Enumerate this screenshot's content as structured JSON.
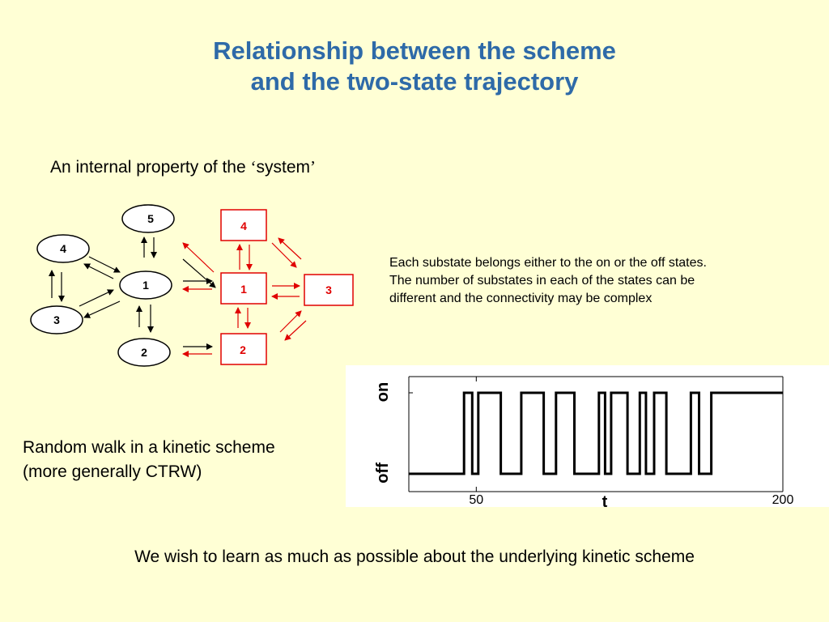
{
  "title": {
    "line1": "Relationship between the scheme",
    "line2": "and the two-state trajectory"
  },
  "subtitle": {
    "prefix": "An internal property of the ",
    "open_quote": "‘",
    "word": "system",
    "close_quote": "’"
  },
  "description": {
    "line1": "Each substate belongs either to the on or the off states.",
    "line2": "The number of substates in each of the states can be",
    "line3": "different and the connectivity may be complex"
  },
  "random_walk": {
    "line1": "Random walk in a kinetic scheme",
    "line2": "(more generally CTRW)"
  },
  "footer": "We wish to learn as much as possible about the underlying kinetic scheme",
  "scheme": {
    "ellipse_nodes": [
      "5",
      "4",
      "1",
      "3",
      "2"
    ],
    "box_nodes": [
      "4",
      "1",
      "3",
      "2"
    ],
    "box_color": "#e00000"
  },
  "trajectory": {
    "y_labels": {
      "on": "on",
      "off": "off"
    },
    "x_label": "t",
    "x_ticks": [
      "50",
      "200"
    ],
    "x_tick_values": [
      50,
      200
    ],
    "x_range": [
      17,
      200
    ],
    "switch_times": [
      44,
      48,
      51,
      62,
      72,
      83,
      89,
      98,
      110,
      113,
      116,
      124,
      130,
      133,
      137,
      143,
      155,
      159,
      165
    ],
    "initial_state": "off",
    "line_color": "#000000"
  }
}
